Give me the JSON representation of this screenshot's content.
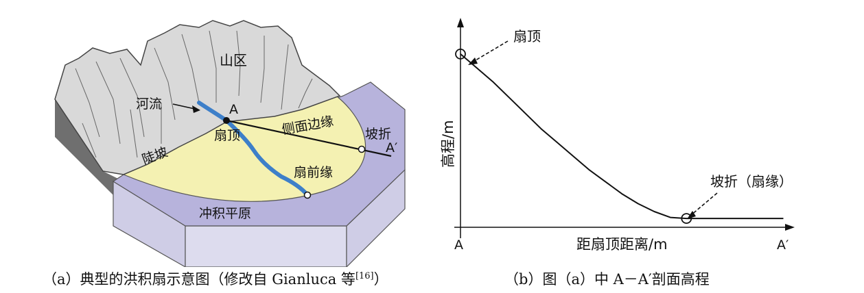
{
  "panel_a": {
    "labels": {
      "mountain": "山区",
      "river": "河流",
      "point_a": "A",
      "fan_apex": "扇顶",
      "side_margin": "侧面边缘",
      "slope_break": "坡折",
      "point_a_prime": "A′",
      "steep_slope": "陡坡",
      "fan_front": "扇前缘",
      "alluvial_plain": "冲积平原"
    },
    "caption": {
      "text": "（a）典型的洪积扇示意图（修改自 Gianluca 等",
      "ref": "[16]",
      "close": "）"
    },
    "colors": {
      "mountain": "#d9d9d9",
      "fan": "#f4f1b2",
      "plain": "#b7b3dc",
      "base": "#d3d1ea",
      "shadow": "#6f6f6f",
      "river": "#3d7fc9"
    }
  },
  "panel_b": {
    "annotations": {
      "apex": "扇顶",
      "break": "坡折（扇缘）"
    },
    "caption": "（b）图（a）中 A－A′剖面高程"
  },
  "chart_data": {
    "type": "line",
    "title": "",
    "xlabel": "距扇顶距离/m",
    "ylabel": "高程/m",
    "x_tick_labels": [
      "A",
      "A′"
    ],
    "series": [
      {
        "x": [
          0.0,
          0.05,
          0.1,
          0.15,
          0.2,
          0.25,
          0.3,
          0.35,
          0.4,
          0.45,
          0.5,
          0.55,
          0.6,
          0.65,
          0.7,
          0.8,
          0.9,
          1.0
        ],
        "values": [
          0.88,
          0.81,
          0.74,
          0.66,
          0.58,
          0.5,
          0.43,
          0.36,
          0.29,
          0.23,
          0.17,
          0.12,
          0.08,
          0.05,
          0.045,
          0.045,
          0.045,
          0.045
        ]
      }
    ],
    "markers": [
      {
        "x": 0.0,
        "y": 0.88,
        "label_key": "apex"
      },
      {
        "x": 0.7,
        "y": 0.045,
        "label_key": "break"
      }
    ],
    "xlim": [
      0,
      1.05
    ],
    "ylim": [
      0,
      1.05
    ],
    "grid": false
  }
}
